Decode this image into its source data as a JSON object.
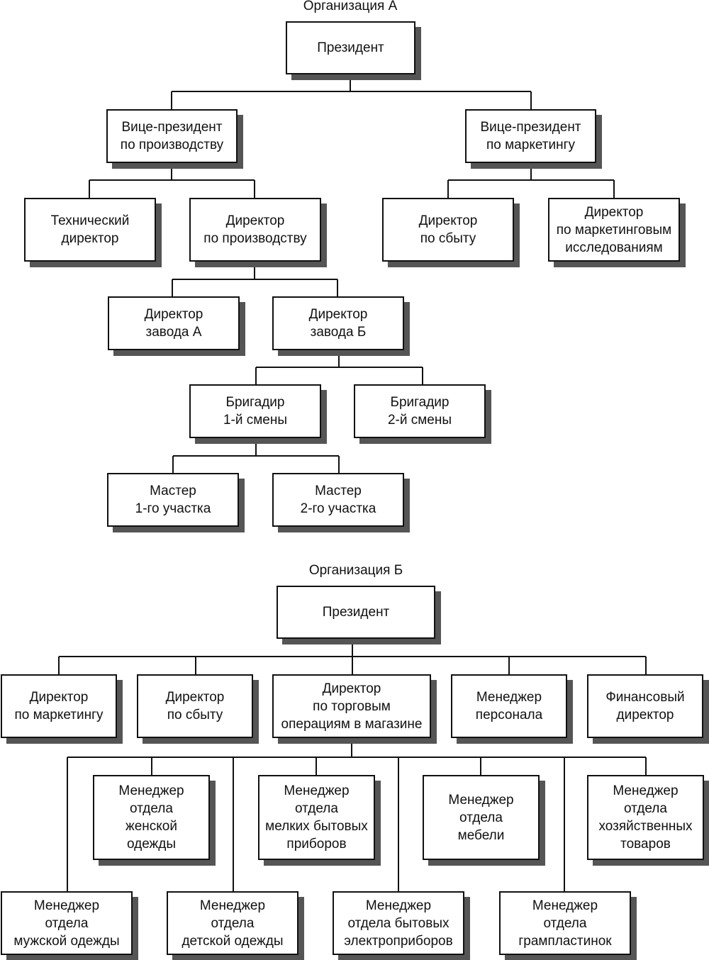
{
  "org_a": {
    "title": "Организация А",
    "president": "Президент",
    "vp_production": "Вице-президент\nпо производству",
    "vp_marketing": "Вице-президент\nпо маркетингу",
    "technical_director": "Технический\nдиректор",
    "production_director": "Директор\nпо производству",
    "sales_director": "Директор\nпо сбыту",
    "marketing_research_director": "Директор\nпо маркетинговым\nисследованиям",
    "plant_a_director": "Директор\nзавода А",
    "plant_b_director": "Директор\nзавода Б",
    "foreman_shift_1": "Бригадир\n1-й смены",
    "foreman_shift_2": "Бригадир\n2-й смены",
    "master_section_1": "Мастер\n1-го участка",
    "master_section_2": "Мастер\n2-го участка"
  },
  "org_b": {
    "title": "Организация Б",
    "president": "Президент",
    "marketing_director": "Директор\nпо маркетингу",
    "sales_director": "Директор\nпо сбыту",
    "store_operations_director": "Директор\nпо торговым\nоперациям в магазине",
    "hr_manager": "Менеджер\nперсонала",
    "financial_director": "Финансовый\nдиректор",
    "womens_clothing_manager": "Менеджер\nотдела\nженской\nодежды",
    "small_appliances_manager": "Менеджер\nотдела\nмелких бытовых\nприборов",
    "furniture_manager": "Менеджер\nотдела\nмебели",
    "household_goods_manager": "Менеджер\nотдела\nхозяйственных\nтоваров",
    "mens_clothing_manager": "Менеджер\nотдела\nмужской одежды",
    "childrens_clothing_manager": "Менеджер\nотдела\nдетской одежды",
    "appliances_manager": "Менеджер\nотдела бытовых\nэлектроприборов",
    "records_manager": "Менеджер\nотдела\nгрампластинок"
  }
}
